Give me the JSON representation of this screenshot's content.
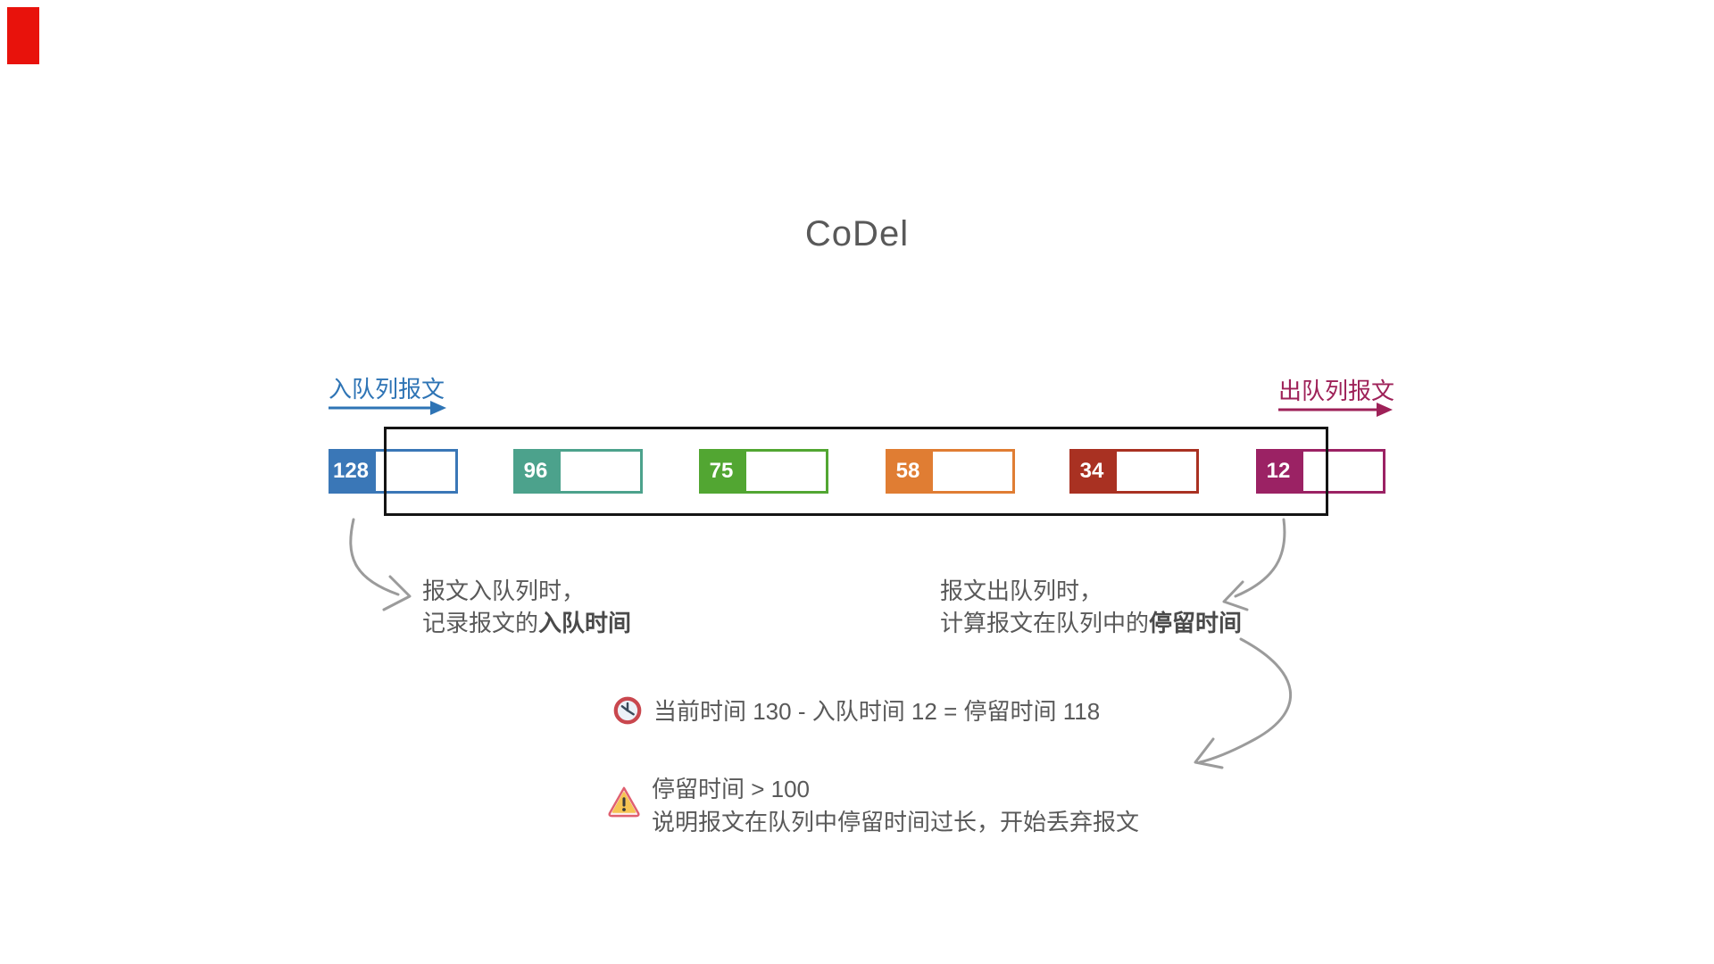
{
  "title": "CoDel",
  "corner_mark": {
    "color": "#e8120c"
  },
  "colors": {
    "annotation_text": "#595959",
    "annotation_arrow": "#9b9b9b",
    "queue_border": "#141414"
  },
  "enqueue_label": {
    "text": "入队列报文",
    "color": "#2e74b5"
  },
  "dequeue_label": {
    "text": "出队列报文",
    "color": "#9e2158"
  },
  "queue": {
    "packets": [
      {
        "value": "128",
        "color": "#3a77b7"
      },
      {
        "value": "96",
        "color": "#4ca28c"
      },
      {
        "value": "75",
        "color": "#52a632"
      },
      {
        "value": "58",
        "color": "#e07d33"
      },
      {
        "value": "34",
        "color": "#a93122"
      },
      {
        "value": "12",
        "color": "#9b2264"
      }
    ]
  },
  "notes": {
    "enqueue": {
      "line1": "报文入队列时，",
      "line2_prefix": "记录报文的",
      "line2_bold": "入队时间"
    },
    "dequeue": {
      "line1": "报文出队列时，",
      "line2_prefix": "计算报文在队列中的",
      "line2_bold": "停留时间"
    }
  },
  "clock_note": {
    "icon": "clock-icon",
    "text": "当前时间 130 - 入队时间 12 = 停留时间 118"
  },
  "warning_note": {
    "icon": "warning-icon",
    "line1": "停留时间 > 100",
    "line2": "说明报文在队列中停留时间过长，开始丢弃报文"
  }
}
